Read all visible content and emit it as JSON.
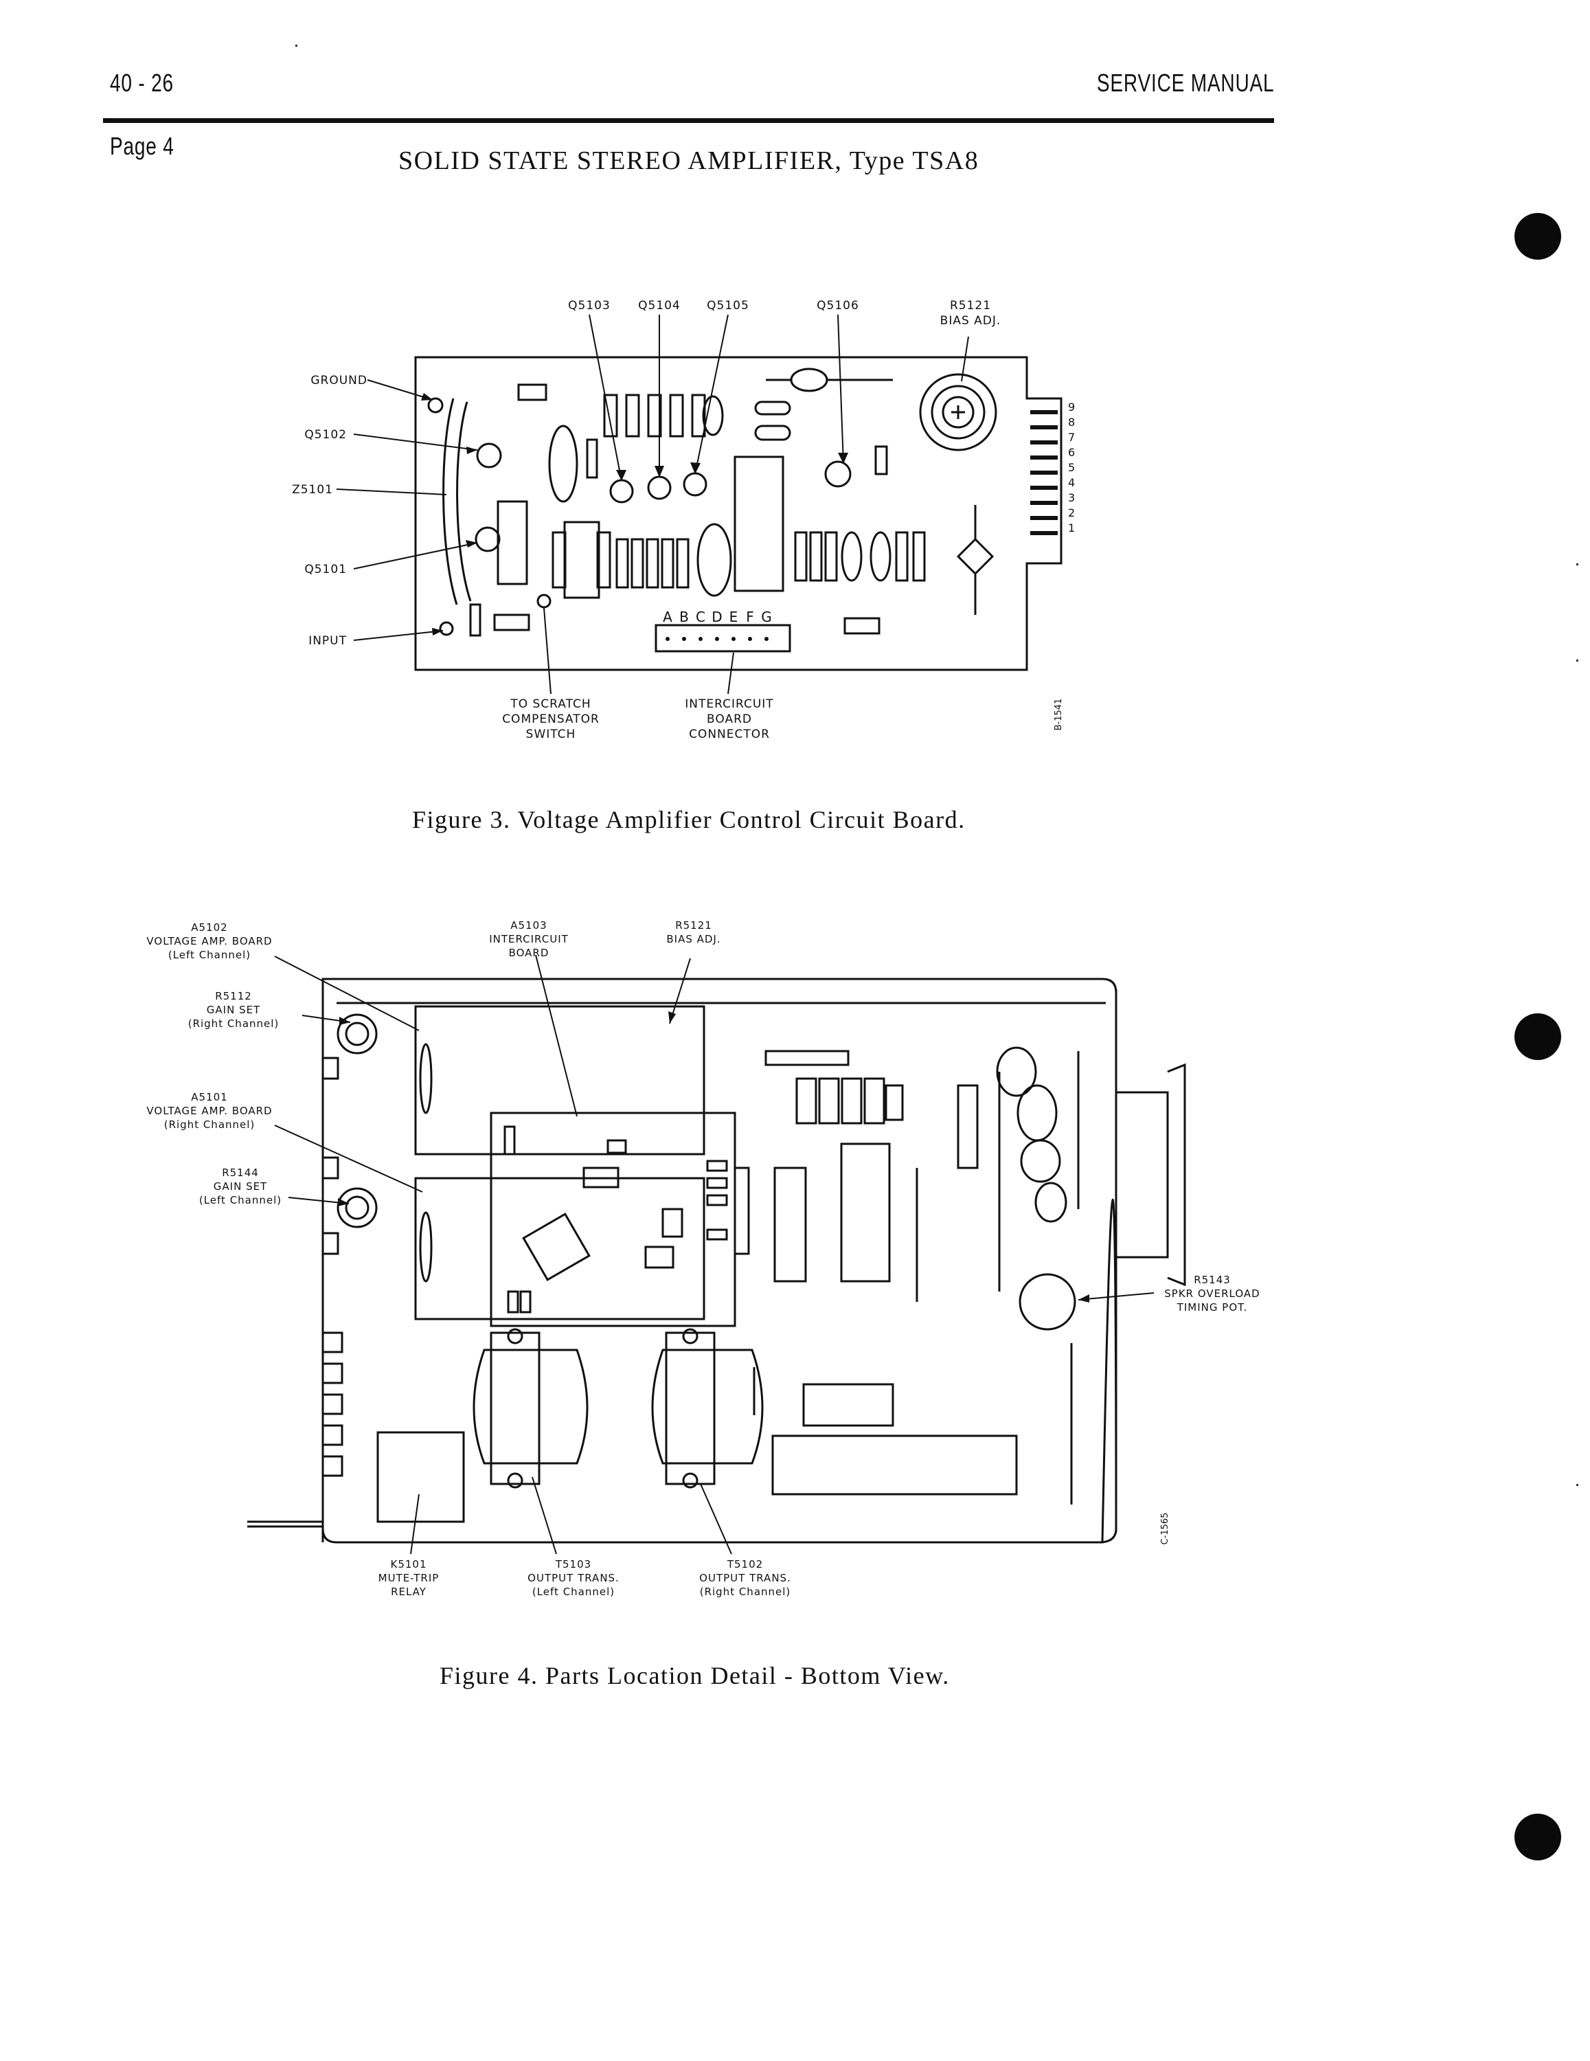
{
  "header": {
    "page_ref": "40 - 26",
    "manual": "SERVICE MANUAL",
    "page_label": "Page 4",
    "title": "SOLID STATE STEREO AMPLIFIER, Type TSA8"
  },
  "figure3": {
    "caption": "Figure 3. Voltage Amplifier Control Circuit Board.",
    "callouts": {
      "q5103": "Q5103",
      "q5104": "Q5104",
      "q5105": "Q5105",
      "q5106": "Q5106",
      "r5121": "R5121",
      "bias_adj": "BIAS ADJ.",
      "ground": "GROUND",
      "q5102": "Q5102",
      "z5101": "Z5101",
      "q5101": "Q5101",
      "input": "INPUT",
      "scratch_1": "TO SCRATCH",
      "scratch_2": "COMPENSATOR",
      "scratch_3": "SWITCH",
      "conn_1": "INTERCIRCUIT",
      "conn_2": "BOARD",
      "conn_3": "CONNECTOR",
      "drawing_no": "B-1541"
    },
    "connector_letters": [
      "A",
      "B",
      "C",
      "D",
      "E",
      "F",
      "G"
    ],
    "pin_numbers": [
      "9",
      "8",
      "7",
      "6",
      "5",
      "4",
      "3",
      "2",
      "1"
    ]
  },
  "figure4": {
    "caption": "Figure 4. Parts Location Detail - Bottom View.",
    "callouts": {
      "a5102_1": "A5102",
      "a5102_2": "VOLTAGE AMP. BOARD",
      "a5102_3": "(Left Channel)",
      "r5112_1": "R5112",
      "r5112_2": "GAIN SET",
      "r5112_3": "(Right Channel)",
      "a5101_1": "A5101",
      "a5101_2": "VOLTAGE AMP. BOARD",
      "a5101_3": "(Right Channel)",
      "r5144_1": "R5144",
      "r5144_2": "GAIN SET",
      "r5144_3": "(Left Channel)",
      "a5103_1": "A5103",
      "a5103_2": "INTERCIRCUIT",
      "a5103_3": "BOARD",
      "r5121_1": "R5121",
      "r5121_2": "BIAS ADJ.",
      "r5143_1": "R5143",
      "r5143_2": "SPKR OVERLOAD",
      "r5143_3": "TIMING POT.",
      "k5101_1": "K5101",
      "k5101_2": "MUTE-TRIP",
      "k5101_3": "RELAY",
      "t5103_1": "T5103",
      "t5103_2": "OUTPUT TRANS.",
      "t5103_3": "(Left Channel)",
      "t5102_1": "T5102",
      "t5102_2": "OUTPUT TRANS.",
      "t5102_3": "(Right Channel)",
      "drawing_no": "C-1565"
    }
  }
}
